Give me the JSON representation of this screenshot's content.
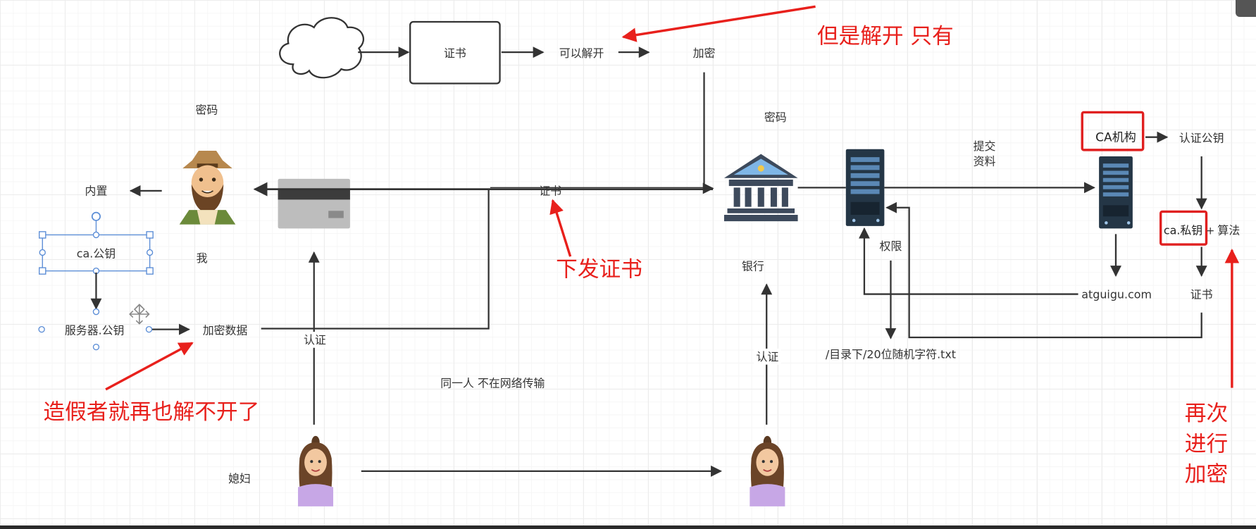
{
  "labels": {
    "cert_box": "证书",
    "can_decrypt": "可以解开",
    "encrypt_top": "加密",
    "password_left": "密码",
    "password_bank": "密码",
    "builtin": "内置",
    "ca_pubkey": "ca.公钥",
    "me": "我",
    "server_pubkey": "服务器.公钥",
    "encrypted_data": "加密数据",
    "cert_mid": "证书",
    "auth_left": "认证",
    "auth_right": "认证",
    "bank": "银行",
    "wife": "媳妇",
    "same_person": "同一人 不在网络传输",
    "submit_line1": "提交",
    "submit_line2": "资料",
    "permission": "权限",
    "directory": "/目录下/20位随机字符.txt",
    "ca_org": "CA机构",
    "auth_pubkey": "认证公钥",
    "ca_privkey": "ca.私钥",
    "plus": "+",
    "algorithm": "算法",
    "domain": "atguigu.com",
    "cert_right": "证书"
  },
  "annotations": {
    "but_only": "但是解开 只有",
    "issue_cert": "下发证书",
    "forger": "造假者就再也解不开了",
    "again_l1": "再次",
    "again_l2": "进行",
    "again_l3": "加密"
  },
  "icons": {
    "cloud": "cloud-icon",
    "farmer": "farmer-avatar-icon",
    "card": "bank-card-icon",
    "bank": "bank-building-icon",
    "server_left": "server-icon",
    "server_right": "server-icon",
    "woman_left": "woman-avatar-icon",
    "woman_right": "woman-avatar-icon",
    "move": "move-handle-icon"
  },
  "colors": {
    "annotation_red": "#e8201c",
    "highlight_red": "#e02020",
    "arrow_dark": "#333333",
    "selection_blue": "#5b8dd6"
  }
}
